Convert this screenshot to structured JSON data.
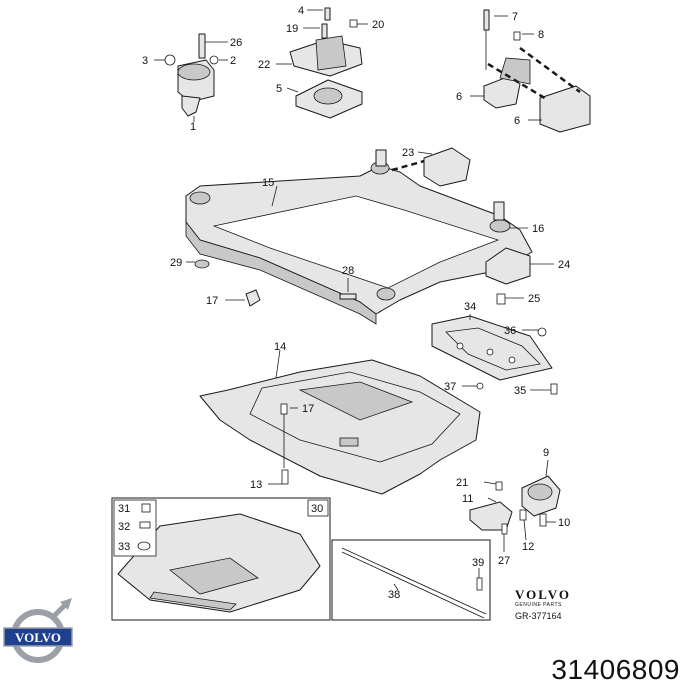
{
  "callouts": {
    "c1": "1",
    "c2": "2",
    "c3": "3",
    "c4": "4",
    "c5": "5",
    "c6a": "6",
    "c6b": "6",
    "c7": "7",
    "c8": "8",
    "c9": "9",
    "c10": "10",
    "c11": "11",
    "c12": "12",
    "c13": "13",
    "c14": "14",
    "c15": "15",
    "c16": "16",
    "c17a": "17",
    "c17b": "17",
    "c19": "19",
    "c20": "20",
    "c21": "21",
    "c22": "22",
    "c23": "23",
    "c24": "24",
    "c25": "25",
    "c26": "26",
    "c27": "27",
    "c28": "28",
    "c29": "29",
    "c30": "30",
    "c31": "31",
    "c32": "32",
    "c33": "33",
    "c34": "34",
    "c35": "35",
    "c36": "36",
    "c37": "37",
    "c38": "38",
    "c39": "39"
  },
  "branding": {
    "brand_word": "VOLVO",
    "brand_sub": "GENUINE PARTS",
    "ref_code": "GR-377164",
    "logo_word": "VOLVO"
  },
  "part_number": "31406809",
  "colors": {
    "line": "#1a1a1a",
    "part_fill": "#e6e6e6",
    "part_shade": "#c8c8c8",
    "logo_blue": "#1f3f8f",
    "logo_silver": "#9aa0a6"
  }
}
